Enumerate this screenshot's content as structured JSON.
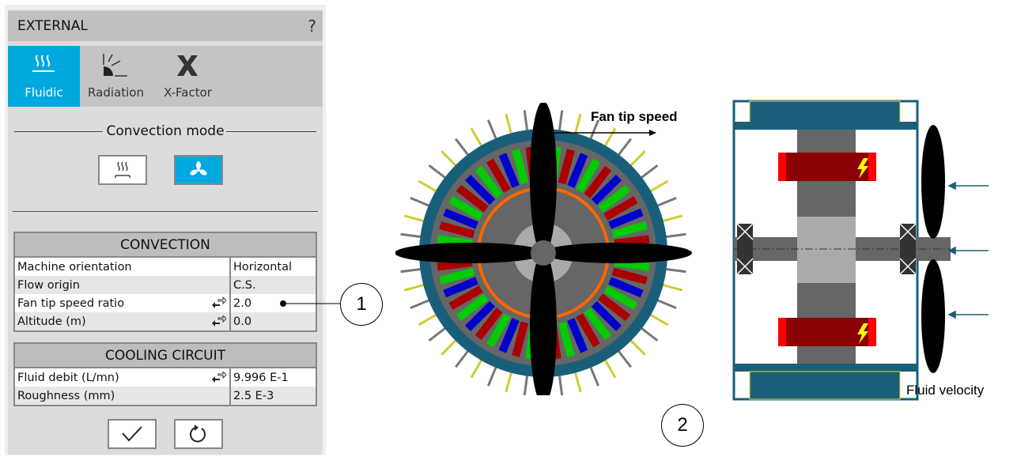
{
  "panel": {
    "title": "EXTERNAL",
    "help": "?"
  },
  "tabs": [
    {
      "label": "Fluidic",
      "active": true
    },
    {
      "label": "Radiation",
      "active": false
    },
    {
      "label": "X-Factor",
      "active": false
    }
  ],
  "convection_mode": {
    "label": "Convection mode",
    "selected": "forced-fan"
  },
  "convection": {
    "title": "CONVECTION",
    "rows": [
      {
        "label": "Machine orientation",
        "value": "Horizontal",
        "swap": false
      },
      {
        "label": "Flow origin",
        "value": "C.S.",
        "swap": false
      },
      {
        "label": "Fan tip speed ratio",
        "value": "2.0",
        "swap": true
      },
      {
        "label": "Altitude (m)",
        "value": "0.0",
        "swap": true
      }
    ]
  },
  "cooling": {
    "title": "COOLING CIRCUIT",
    "rows": [
      {
        "label": "Fluid debit (L/mn)",
        "value": "9.996 E-1",
        "swap": true
      },
      {
        "label": "Roughness (mm)",
        "value": "2.5 E-3",
        "swap": false
      }
    ]
  },
  "diagram": {
    "fan_tip_speed": "Fan tip speed",
    "fluid_velocity": "Fluid velocity",
    "callout1": "1",
    "callout2": "2"
  },
  "colors": {
    "accent": "#00a8e0",
    "housing": "#1a5f7a",
    "coil": "#8b0000"
  }
}
